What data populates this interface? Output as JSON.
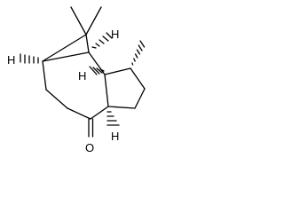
{
  "structure": {
    "atom_labels": {
      "h_left": "H",
      "h_top": "H",
      "h_mid": "H",
      "h_bottom": "H",
      "oxygen": "O"
    }
  },
  "colors": {
    "bond": "#000000",
    "background": "#ffffff"
  }
}
